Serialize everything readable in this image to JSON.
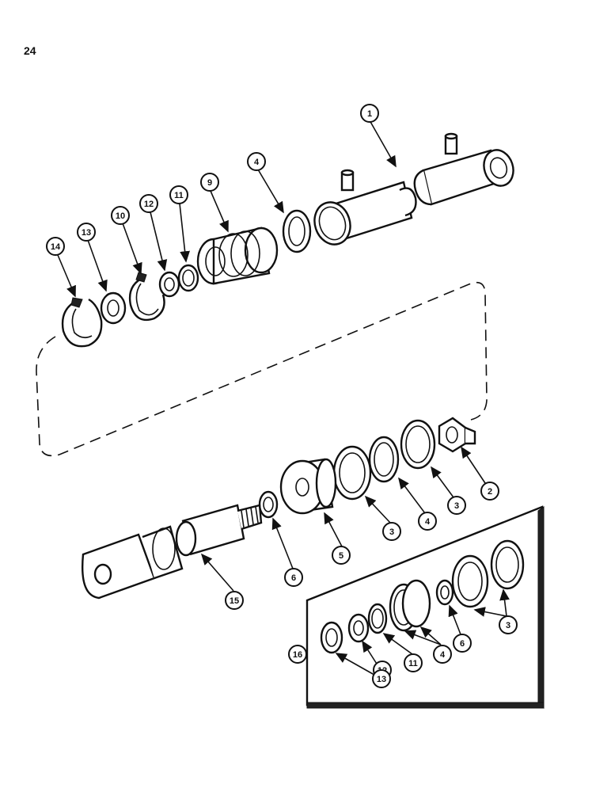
{
  "page_number": "24",
  "callouts": {
    "c1": "1",
    "c2": "2",
    "c3a": "3",
    "c3b": "3",
    "c3c": "3",
    "c4top": "4",
    "c4mid": "4",
    "c4kit": "4",
    "c5": "5",
    "c6": "6",
    "c6kit": "6",
    "c9": "9",
    "c10": "10",
    "c11": "11",
    "c11kit": "11",
    "c12": "12",
    "c12kit": "12",
    "c13": "13",
    "c13kit": "13",
    "c14": "14",
    "c15": "15",
    "c16": "16"
  }
}
